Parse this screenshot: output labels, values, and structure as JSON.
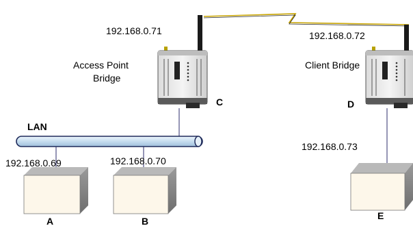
{
  "access_point": {
    "label_line1": "Access Point",
    "label_line2": "Bridge",
    "ip": "192.168.0.71",
    "letter": "C"
  },
  "client_bridge": {
    "label": "Client Bridge",
    "ip": "192.168.0.72",
    "letter": "D"
  },
  "lan": {
    "label": "LAN"
  },
  "nodes": {
    "a": {
      "ip": "192.168.0.69",
      "letter": "A"
    },
    "b": {
      "ip": "192.168.0.70",
      "letter": "B"
    },
    "e": {
      "ip": "192.168.0.73",
      "letter": "E"
    }
  },
  "colors": {
    "lan_cable_fill": "#cfe3f1",
    "lan_cable_stroke": "#1e2a5a",
    "link_line": "#2b2b6b",
    "wireless_link": "#c8a400",
    "box_front": "#fdf7ea",
    "box_side": "#8c8c8c"
  }
}
